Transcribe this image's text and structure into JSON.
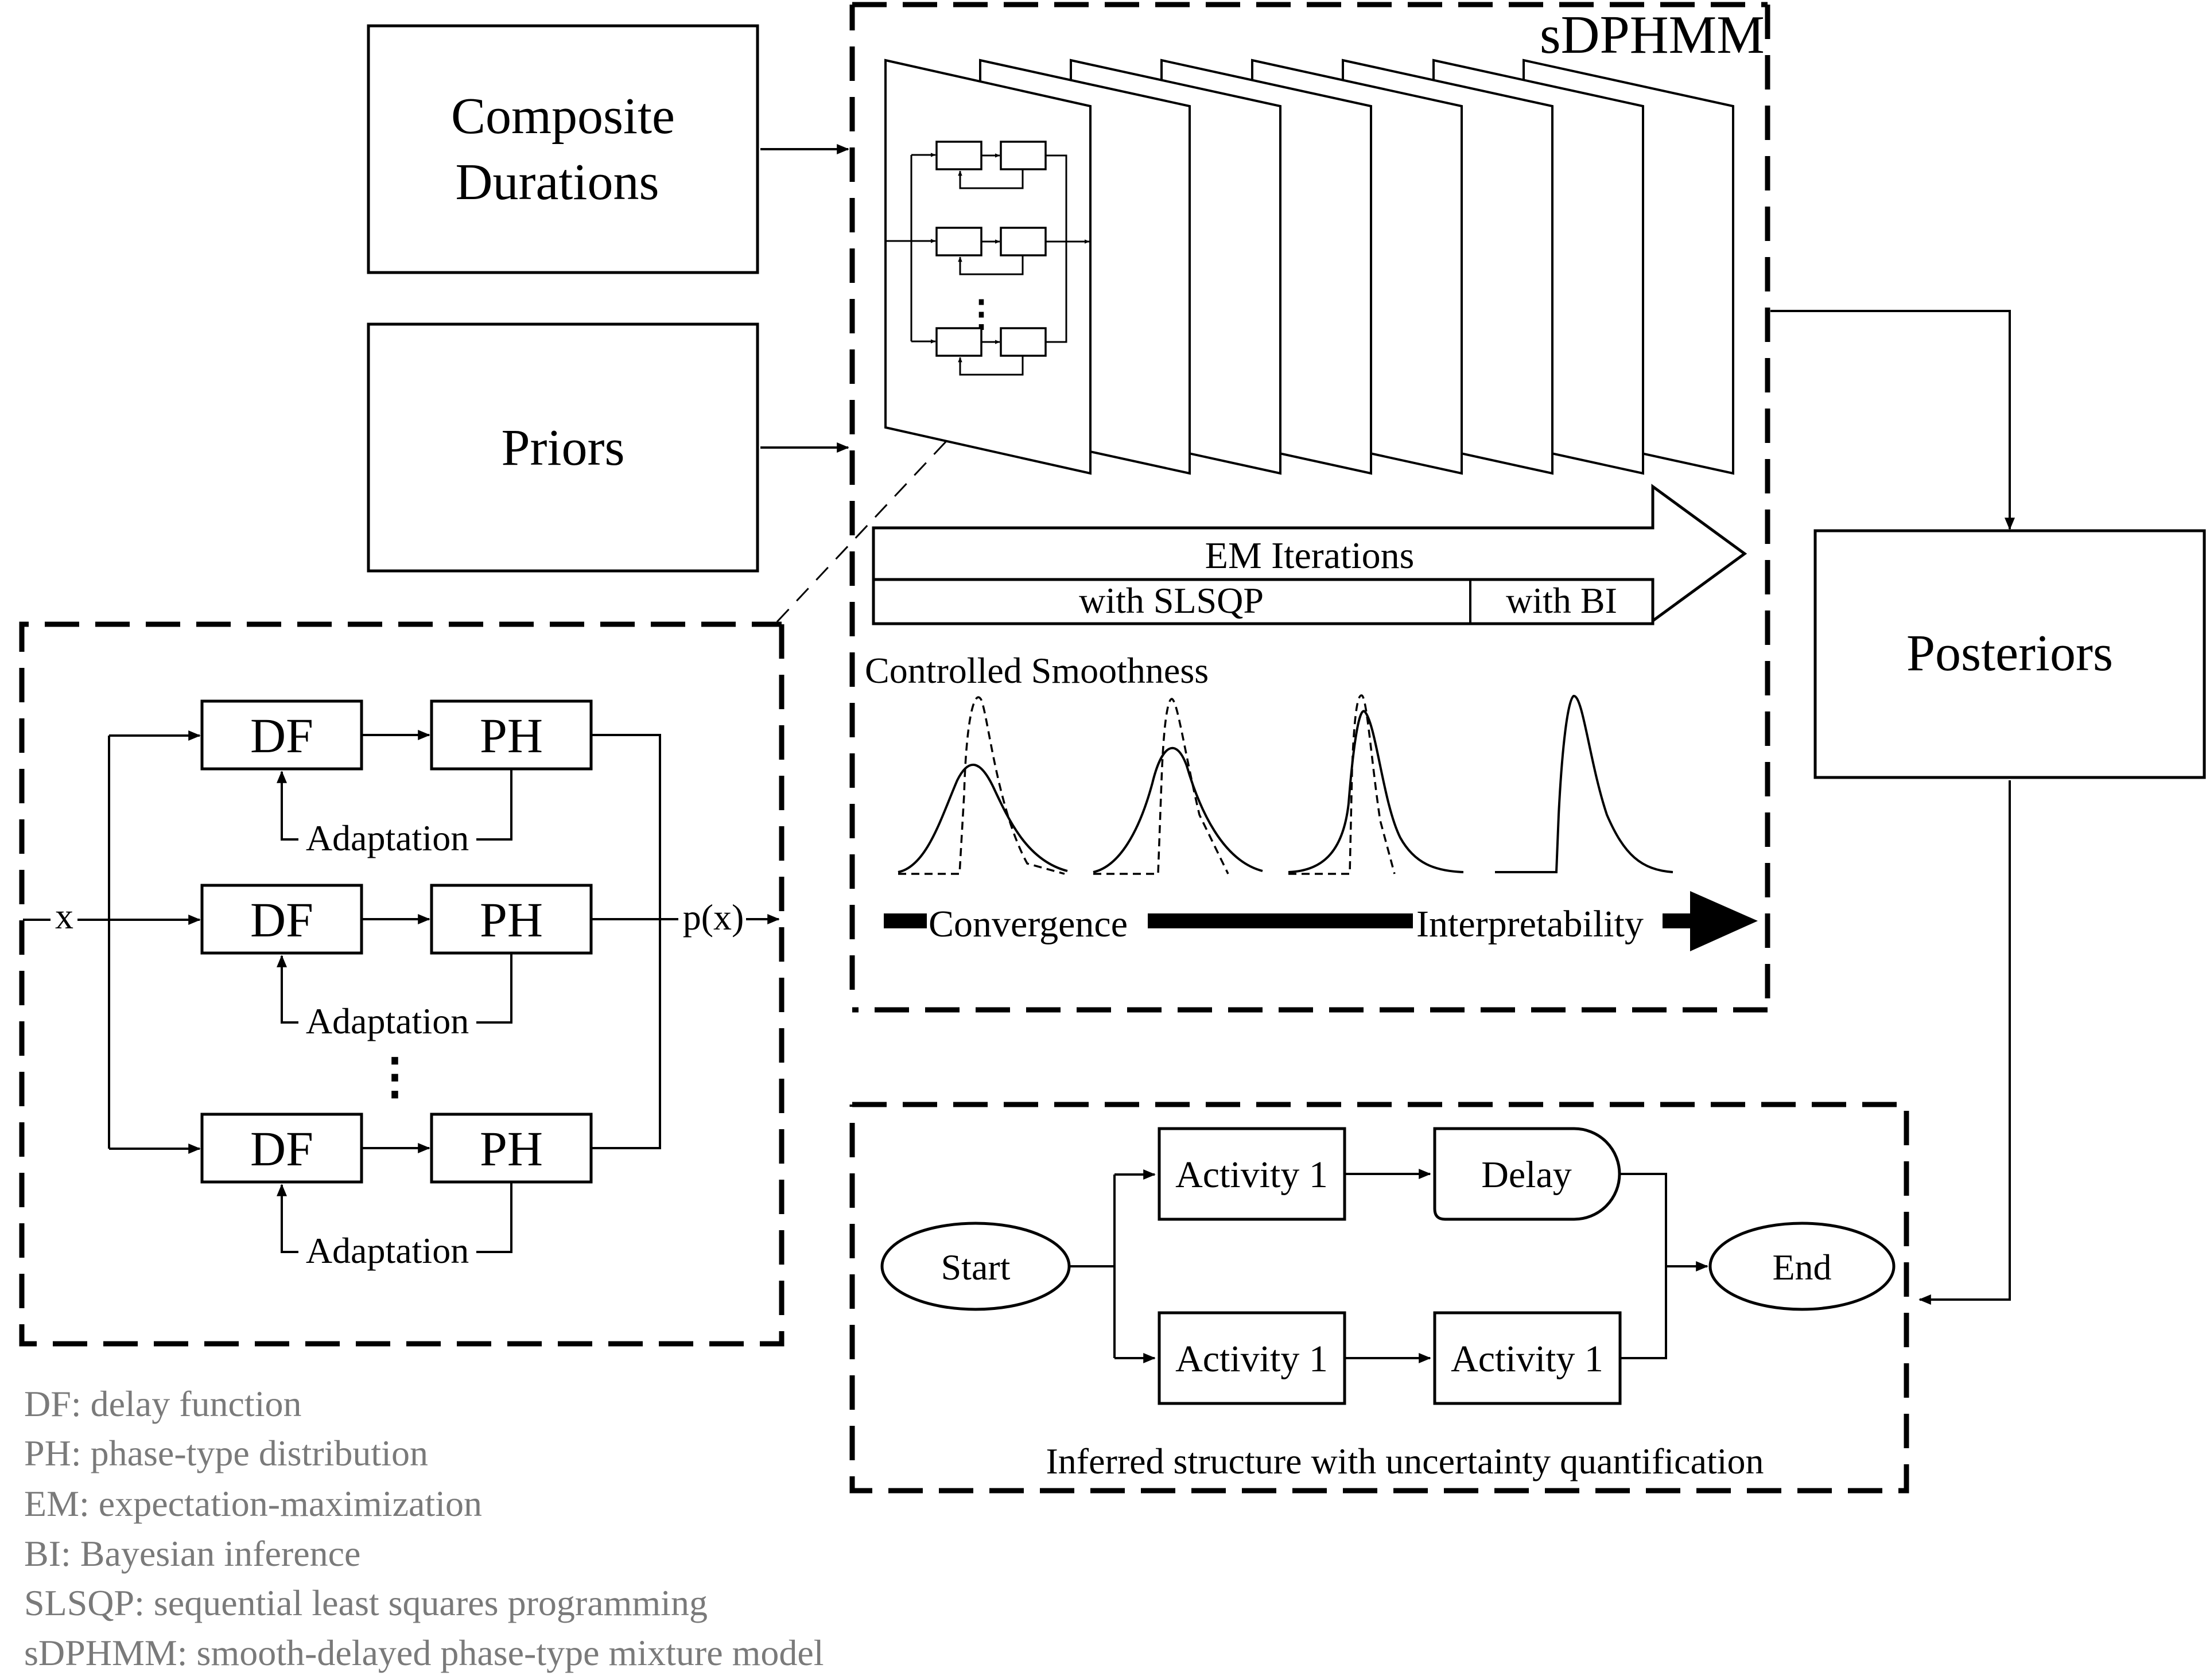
{
  "inputs": {
    "composite_line1": "Composite",
    "composite_line2": "Durations",
    "priors": "Priors"
  },
  "model": {
    "title": "sDPHMM",
    "em_iterations": "EM Iterations",
    "with_slsqp": "with SLSQP",
    "with_bi": "with BI",
    "controlled_smoothness": "Controlled Smoothness",
    "convergence": "Convergence",
    "interpretability": "Interpretability"
  },
  "posteriors": "Posteriors",
  "mixture": {
    "input_label": "x",
    "output_label": "p(x)",
    "df_label": "DF",
    "ph_label": "PH",
    "adaptation_label": "Adaptation",
    "ellipsis": "⋮"
  },
  "structure": {
    "start": "Start",
    "end": "End",
    "delay": "Delay",
    "activity_top": "Activity 1",
    "activity_bottom_left": "Activity 1",
    "activity_bottom_right": "Activity 1",
    "caption": "Inferred structure with uncertainty quantification"
  },
  "legend": [
    "DF: delay function",
    "PH: phase-type distribution",
    "EM: expectation-maximization",
    "BI: Bayesian inference",
    "SLSQP: sequential least squares programming",
    "sDPHMM: smooth-delayed phase-type mixture model"
  ]
}
